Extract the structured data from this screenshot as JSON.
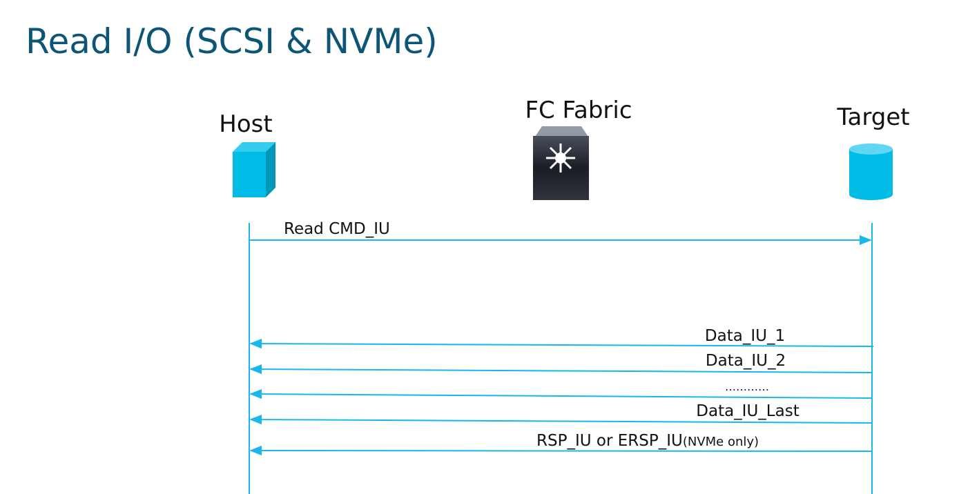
{
  "title": "Read I/O (SCSI & NVMe)",
  "nodes": {
    "host": "Host",
    "fabric": "FC Fabric",
    "target": "Target"
  },
  "messages": {
    "read_cmd": "Read CMD_IU",
    "data_1": "Data_IU_1",
    "data_2": "Data_IU_2",
    "ellipsis": "…………",
    "data_last": "Data_IU_Last",
    "rsp_main": "RSP_IU or ERSP_IU",
    "rsp_note": "(NVMe only)"
  },
  "colors": {
    "line": "#1ab7ea",
    "title": "#0d5577",
    "host_icon": "#00bce6"
  }
}
